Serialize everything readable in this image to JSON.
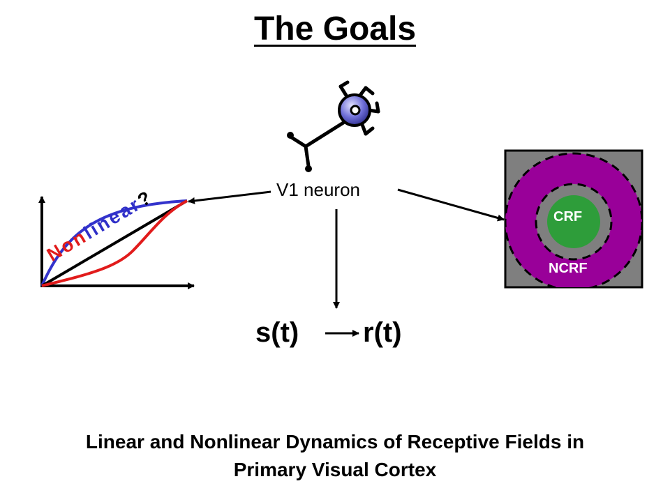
{
  "title": "The Goals",
  "neuron_label": "V1 neuron",
  "stimulus": "s(t)",
  "response": "r(t)",
  "receptive_field": {
    "inner": "CRF",
    "outer": "NCRF"
  },
  "nonlinear": {
    "prefix": "Non",
    "word": "linear",
    "question": "?"
  },
  "subtitle": {
    "line1": "Linear and Nonlinear Dynamics of Receptive Fields in",
    "line2": "Primary Visual Cortex"
  },
  "colors": {
    "soma": "#6f6fd8",
    "ncrf": "#990099",
    "crf": "#2e9d3a",
    "rf_background": "#7f7f7f",
    "curve_blue": "#3333cc",
    "curve_red": "#e11b1b"
  }
}
